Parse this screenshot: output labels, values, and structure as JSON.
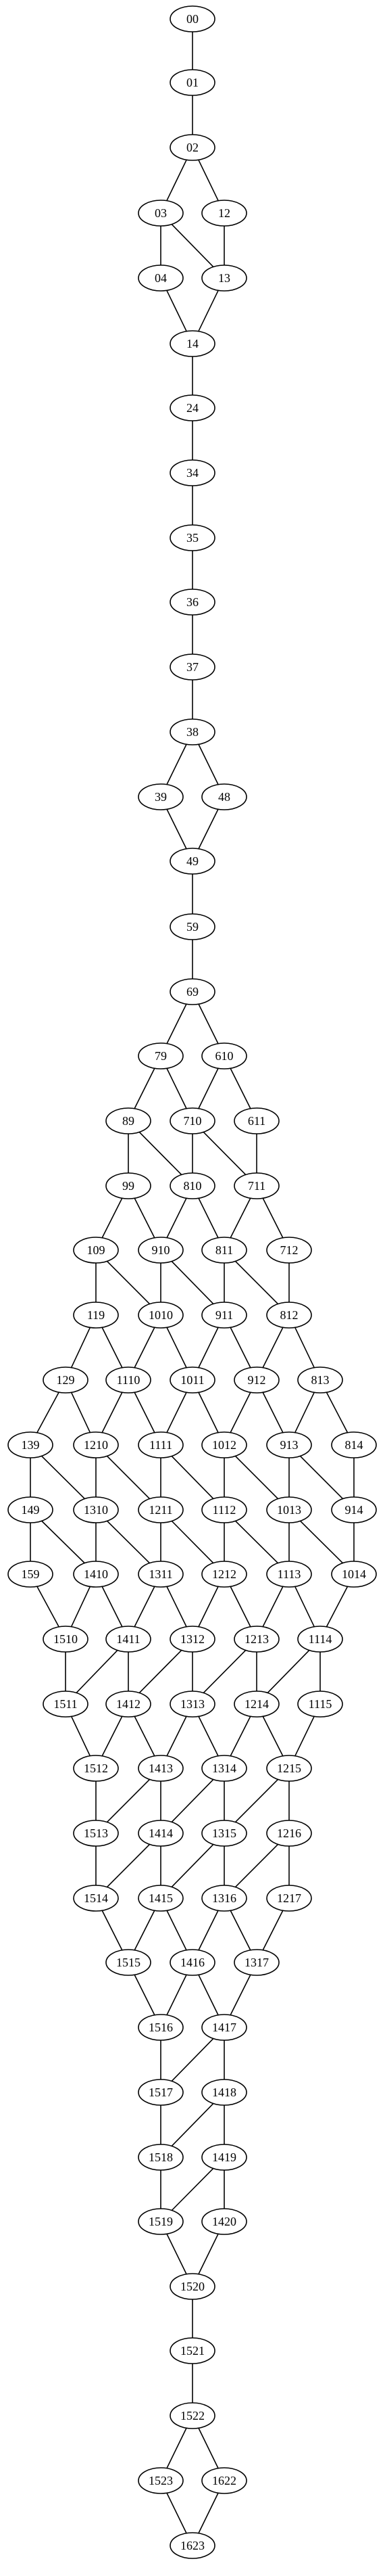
{
  "nodes": [
    "00",
    "01",
    "02",
    "03",
    "12",
    "04",
    "13",
    "14",
    "24",
    "34",
    "35",
    "36",
    "37",
    "38",
    "39",
    "48",
    "49",
    "59",
    "69",
    "79",
    "610",
    "89",
    "710",
    "611",
    "99",
    "810",
    "711",
    "109",
    "910",
    "811",
    "712",
    "119",
    "1010",
    "911",
    "812",
    "129",
    "1110",
    "1011",
    "912",
    "813",
    "139",
    "1210",
    "1111",
    "1012",
    "913",
    "814",
    "149",
    "1310",
    "1211",
    "1112",
    "1013",
    "914",
    "159",
    "1410",
    "1311",
    "1212",
    "1113",
    "1014",
    "1510",
    "1411",
    "1312",
    "1213",
    "1114",
    "1511",
    "1412",
    "1313",
    "1214",
    "1115",
    "1512",
    "1413",
    "1314",
    "1215",
    "1513",
    "1414",
    "1315",
    "1216",
    "1514",
    "1415",
    "1316",
    "1217",
    "1515",
    "1416",
    "1317",
    "1516",
    "1417",
    "1517",
    "1418",
    "1518",
    "1419",
    "1519",
    "1420",
    "1520",
    "1521",
    "1522",
    "1523",
    "1622",
    "1623"
  ],
  "edges": [
    [
      "00",
      "01"
    ],
    [
      "01",
      "02"
    ],
    [
      "02",
      "03"
    ],
    [
      "02",
      "12"
    ],
    [
      "03",
      "04"
    ],
    [
      "03",
      "13"
    ],
    [
      "12",
      "13"
    ],
    [
      "04",
      "14"
    ],
    [
      "13",
      "14"
    ],
    [
      "14",
      "24"
    ],
    [
      "24",
      "34"
    ],
    [
      "34",
      "35"
    ],
    [
      "35",
      "36"
    ],
    [
      "36",
      "37"
    ],
    [
      "37",
      "38"
    ],
    [
      "38",
      "39"
    ],
    [
      "38",
      "48"
    ],
    [
      "39",
      "49"
    ],
    [
      "48",
      "49"
    ],
    [
      "49",
      "59"
    ],
    [
      "59",
      "69"
    ],
    [
      "69",
      "79"
    ],
    [
      "69",
      "610"
    ],
    [
      "79",
      "89"
    ],
    [
      "79",
      "710"
    ],
    [
      "610",
      "710"
    ],
    [
      "610",
      "611"
    ],
    [
      "89",
      "99"
    ],
    [
      "89",
      "810"
    ],
    [
      "710",
      "810"
    ],
    [
      "710",
      "711"
    ],
    [
      "611",
      "711"
    ],
    [
      "99",
      "109"
    ],
    [
      "99",
      "910"
    ],
    [
      "810",
      "910"
    ],
    [
      "810",
      "811"
    ],
    [
      "711",
      "811"
    ],
    [
      "711",
      "712"
    ],
    [
      "109",
      "119"
    ],
    [
      "109",
      "1010"
    ],
    [
      "910",
      "1010"
    ],
    [
      "910",
      "911"
    ],
    [
      "811",
      "911"
    ],
    [
      "811",
      "812"
    ],
    [
      "712",
      "812"
    ],
    [
      "119",
      "129"
    ],
    [
      "119",
      "1110"
    ],
    [
      "1010",
      "1110"
    ],
    [
      "1010",
      "1011"
    ],
    [
      "911",
      "1011"
    ],
    [
      "911",
      "912"
    ],
    [
      "812",
      "912"
    ],
    [
      "812",
      "813"
    ],
    [
      "129",
      "139"
    ],
    [
      "129",
      "1210"
    ],
    [
      "1110",
      "1210"
    ],
    [
      "1110",
      "1111"
    ],
    [
      "1011",
      "1111"
    ],
    [
      "1011",
      "1012"
    ],
    [
      "912",
      "1012"
    ],
    [
      "912",
      "913"
    ],
    [
      "813",
      "913"
    ],
    [
      "813",
      "814"
    ],
    [
      "139",
      "149"
    ],
    [
      "139",
      "1310"
    ],
    [
      "1210",
      "1310"
    ],
    [
      "1210",
      "1211"
    ],
    [
      "1111",
      "1211"
    ],
    [
      "1111",
      "1112"
    ],
    [
      "1012",
      "1112"
    ],
    [
      "1012",
      "1013"
    ],
    [
      "913",
      "1013"
    ],
    [
      "913",
      "914"
    ],
    [
      "814",
      "914"
    ],
    [
      "149",
      "159"
    ],
    [
      "149",
      "1410"
    ],
    [
      "1310",
      "1410"
    ],
    [
      "1310",
      "1311"
    ],
    [
      "1211",
      "1311"
    ],
    [
      "1211",
      "1212"
    ],
    [
      "1112",
      "1212"
    ],
    [
      "1112",
      "1113"
    ],
    [
      "1013",
      "1113"
    ],
    [
      "1013",
      "1014"
    ],
    [
      "914",
      "1014"
    ],
    [
      "159",
      "1510"
    ],
    [
      "1410",
      "1510"
    ],
    [
      "1410",
      "1411"
    ],
    [
      "1311",
      "1411"
    ],
    [
      "1311",
      "1312"
    ],
    [
      "1212",
      "1312"
    ],
    [
      "1212",
      "1213"
    ],
    [
      "1113",
      "1213"
    ],
    [
      "1113",
      "1114"
    ],
    [
      "1014",
      "1114"
    ],
    [
      "1510",
      "1511"
    ],
    [
      "1411",
      "1511"
    ],
    [
      "1411",
      "1412"
    ],
    [
      "1312",
      "1412"
    ],
    [
      "1312",
      "1313"
    ],
    [
      "1213",
      "1313"
    ],
    [
      "1213",
      "1214"
    ],
    [
      "1114",
      "1214"
    ],
    [
      "1114",
      "1115"
    ],
    [
      "1511",
      "1512"
    ],
    [
      "1412",
      "1512"
    ],
    [
      "1412",
      "1413"
    ],
    [
      "1313",
      "1413"
    ],
    [
      "1313",
      "1314"
    ],
    [
      "1214",
      "1314"
    ],
    [
      "1214",
      "1215"
    ],
    [
      "1115",
      "1215"
    ],
    [
      "1512",
      "1513"
    ],
    [
      "1413",
      "1513"
    ],
    [
      "1413",
      "1414"
    ],
    [
      "1314",
      "1414"
    ],
    [
      "1314",
      "1315"
    ],
    [
      "1215",
      "1315"
    ],
    [
      "1215",
      "1216"
    ],
    [
      "1513",
      "1514"
    ],
    [
      "1414",
      "1514"
    ],
    [
      "1414",
      "1415"
    ],
    [
      "1315",
      "1415"
    ],
    [
      "1315",
      "1316"
    ],
    [
      "1216",
      "1316"
    ],
    [
      "1216",
      "1217"
    ],
    [
      "1514",
      "1515"
    ],
    [
      "1415",
      "1515"
    ],
    [
      "1415",
      "1416"
    ],
    [
      "1316",
      "1416"
    ],
    [
      "1316",
      "1317"
    ],
    [
      "1217",
      "1317"
    ],
    [
      "1515",
      "1516"
    ],
    [
      "1416",
      "1516"
    ],
    [
      "1416",
      "1417"
    ],
    [
      "1317",
      "1417"
    ],
    [
      "1516",
      "1517"
    ],
    [
      "1417",
      "1517"
    ],
    [
      "1417",
      "1418"
    ],
    [
      "1517",
      "1518"
    ],
    [
      "1418",
      "1518"
    ],
    [
      "1418",
      "1419"
    ],
    [
      "1518",
      "1519"
    ],
    [
      "1419",
      "1519"
    ],
    [
      "1419",
      "1420"
    ],
    [
      "1519",
      "1520"
    ],
    [
      "1420",
      "1520"
    ],
    [
      "1520",
      "1521"
    ],
    [
      "1521",
      "1522"
    ],
    [
      "1522",
      "1523"
    ],
    [
      "1522",
      "1622"
    ],
    [
      "1523",
      "1623"
    ],
    [
      "1622",
      "1623"
    ]
  ]
}
